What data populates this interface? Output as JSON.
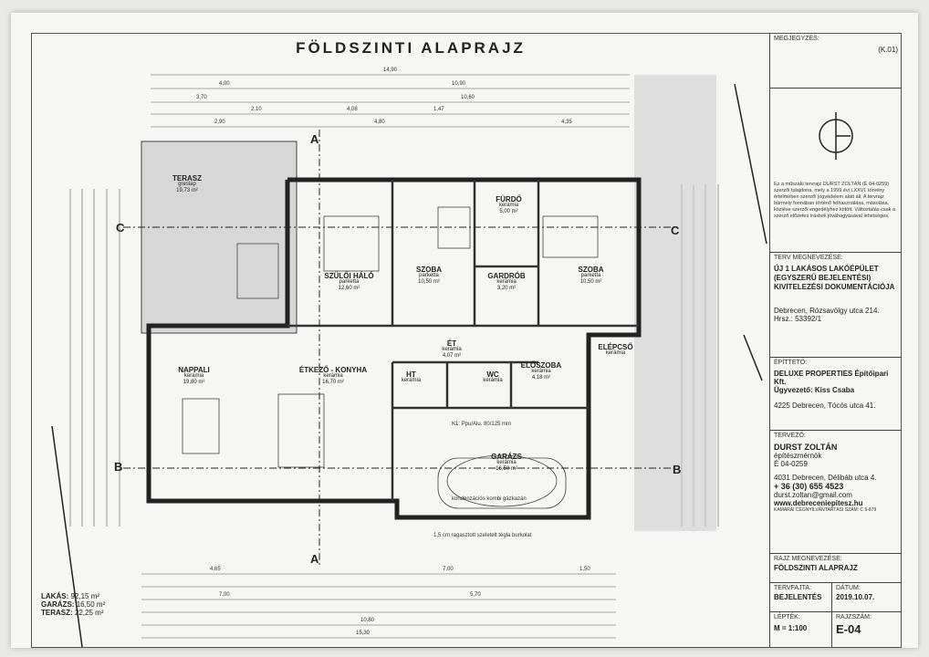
{
  "drawing": {
    "title": "FÖLDSZINTI ALAPRAJZ"
  },
  "plan": {
    "section_a": "A",
    "section_b": "B",
    "section_c": "C",
    "garage_door": "K1: Ppu/Alu. 80/125 mm",
    "boiler": "kondenzációs kombi gázkazán",
    "cladding": "1,5 cm ragasztott szeletelt tégla burkolat"
  },
  "dims": {
    "top_total": "14,90",
    "top_1": "4,00",
    "top_2": "10,90",
    "top_3": "3,70",
    "top_4": "10,60",
    "top_5": "2,10",
    "top_6": "4,08",
    "top_7": "1,47",
    "top_8": "2,90",
    "top_9": "4,80",
    "top_10": "4,35",
    "bottom_1": "4,65",
    "bottom_2": "7,00",
    "bottom_3": "1,50",
    "bottom_4": "7,00",
    "bottom_5": "5,70",
    "bottom_6": "10,80",
    "bottom_7": "15,30"
  },
  "rooms": {
    "terrace": {
      "name": "TERASZ",
      "floor": "greslap",
      "area": "19,73 m²"
    },
    "master_bedroom": {
      "name": "SZÜLŐI HÁLÓ",
      "floor": "parketta",
      "area": "12,60 m²"
    },
    "bedroom1": {
      "name": "SZOBA",
      "floor": "parketta",
      "area": "10,50 m²"
    },
    "bathroom": {
      "name": "FÜRDŐ",
      "floor": "kerámia",
      "area": "5,00 m²"
    },
    "wardrobe": {
      "name": "GARDRÓB",
      "floor": "kerámia",
      "area": "3,20 m²"
    },
    "bedroom2": {
      "name": "SZOBA",
      "floor": "parketta",
      "area": "10,50 m²"
    },
    "living": {
      "name": "NAPPALI",
      "floor": "kerámia",
      "area": "19,80 m²"
    },
    "kitchen": {
      "name": "ÉTKEZŐ - KONYHA",
      "floor": "kerámia",
      "area": "16,70 m²"
    },
    "corridor": {
      "name": "ÉT",
      "floor": "kerámia",
      "area": "4,07 m²"
    },
    "hallway": {
      "name": "ELŐSZOBA",
      "floor": "kerámia",
      "area": "4,18 m²"
    },
    "porch": {
      "name": "ELÉPCSŐ",
      "floor": "kerámia",
      "area": ""
    },
    "technical": {
      "name": "HT",
      "floor": "kerámia"
    },
    "wc": {
      "name": "WC",
      "floor": "kerámia"
    },
    "garage": {
      "name": "GARÁZS",
      "floor": "kerámia",
      "area": "16,50 m²"
    }
  },
  "summary": {
    "lakas_label": "LAKÁS:",
    "lakas_value": "92,15 m²",
    "garazs_label": "GARÁZS:",
    "garazs_value": "16,50 m²",
    "terasz_label": "TERASZ:",
    "terasz_value": "22,25 m²"
  },
  "titleblock": {
    "remark_label": "MEGJEGYZÉS:",
    "remark_value": "(K.01)",
    "copyright": "Ez a műszaki tervrajz DURST ZOLTÁN (É 04-0259) szerzői tulajdona, mely a 1999.évi LXXVI. törvény értelmében szerzői jogvédelem alatt áll. A tervrajz bármely formában történő felhasználása, másolása, közlése szerzői engedélyhez kötött. Változtatás csak a szerző előzetes írásbeli jóváhagyásával lehetséges.",
    "project_label": "TERV MEGNEVEZÉSE:",
    "project_name": "ÚJ 1 LAKÁSOS LAKÓÉPÜLET (EGYSZERŰ BEJELENTÉSI) KIVITELEZÉSI DOKUMENTÁCIÓJA",
    "project_address": "Debrecen, Rózsavölgy utca 214.",
    "project_hrsz": "Hrsz.: 53392/1",
    "builder_label": "ÉPÍTTETŐ:",
    "builder_name": "DELUXE PROPERTIES Építőipari Kft.",
    "builder_manager": "Ügyvezető: Kiss Csaba",
    "builder_address": "4225 Debrecen, Tócós utca 41.",
    "designer_label": "TERVEZŐ:",
    "designer_name": "DURST ZOLTÁN",
    "designer_role": "építészmérnök",
    "designer_license": "É 04-0259",
    "designer_address": "4031 Debrecen, Délibáb utca 4.",
    "designer_phone": "+ 36 (30) 655 4523",
    "designer_email": "durst.zoltan@gmail.com",
    "designer_web": "www.debreceniepitesz.hu",
    "chamber": "KAMARAI CÉGNYILVÁNTARTÁSI SZÁM: C 9-879",
    "drawing_label": "RAJZ MEGNEVEZÉSE:",
    "drawing_name": "FÖLDSZINTI ALAPRAJZ",
    "phase_label": "TERVFAJTA:",
    "phase_value": "BEJELENTÉS",
    "date_label": "DÁTUM:",
    "date_value": "2019.10.07.",
    "scale_label": "LÉPTÉK:",
    "scale_value": "M = 1:100",
    "sheet_label": "RAJZSZÁM:",
    "sheet_value": "E-04"
  }
}
